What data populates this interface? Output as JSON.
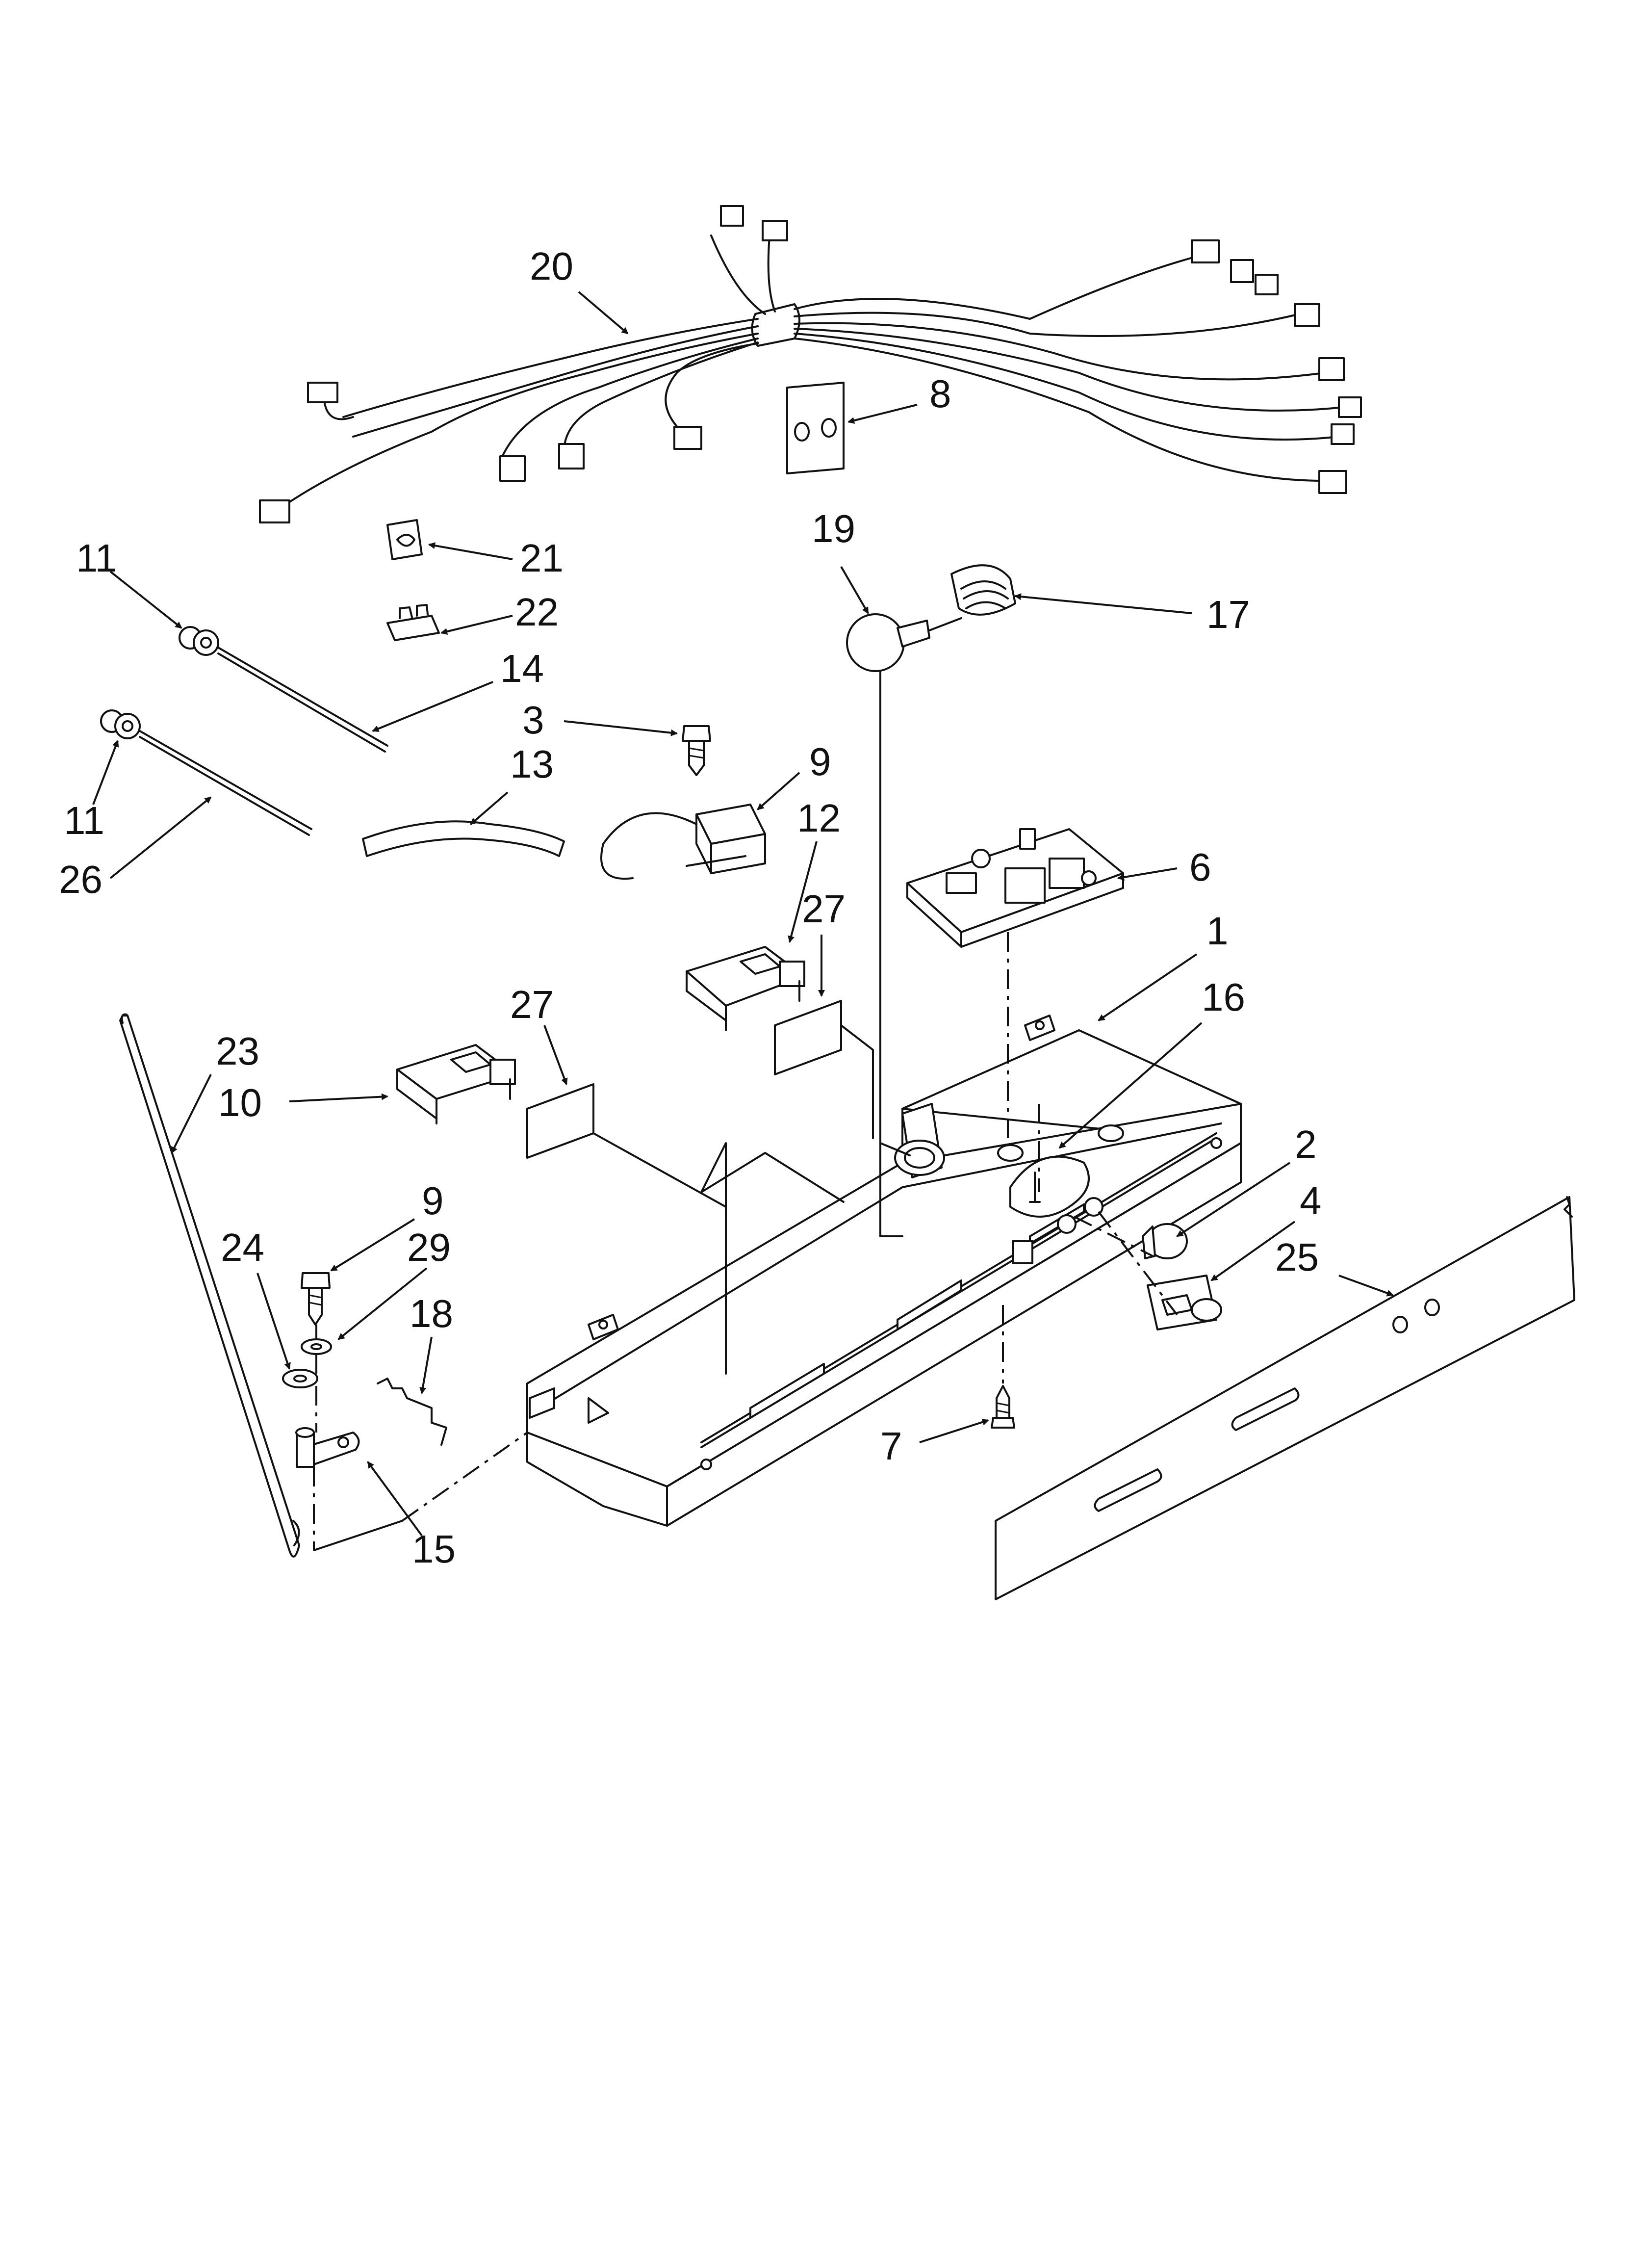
{
  "callouts": [
    {
      "id": "c20",
      "text": "20"
    },
    {
      "id": "c8",
      "text": "8"
    },
    {
      "id": "c21",
      "text": "21"
    },
    {
      "id": "c22",
      "text": "22"
    },
    {
      "id": "c11a",
      "text": "11"
    },
    {
      "id": "c14",
      "text": "14"
    },
    {
      "id": "c3",
      "text": "3"
    },
    {
      "id": "c13",
      "text": "13"
    },
    {
      "id": "c9a",
      "text": "9"
    },
    {
      "id": "c11b",
      "text": "11"
    },
    {
      "id": "c26",
      "text": "26"
    },
    {
      "id": "c19",
      "text": "19"
    },
    {
      "id": "c17",
      "text": "17"
    },
    {
      "id": "c12",
      "text": "12"
    },
    {
      "id": "c27a",
      "text": "27"
    },
    {
      "id": "c6",
      "text": "6"
    },
    {
      "id": "c1",
      "text": "1"
    },
    {
      "id": "c16",
      "text": "16"
    },
    {
      "id": "c27b",
      "text": "27"
    },
    {
      "id": "c23",
      "text": "23"
    },
    {
      "id": "c10",
      "text": "10"
    },
    {
      "id": "c2",
      "text": "2"
    },
    {
      "id": "c4",
      "text": "4"
    },
    {
      "id": "c9b",
      "text": "9"
    },
    {
      "id": "c24",
      "text": "24"
    },
    {
      "id": "c29",
      "text": "29"
    },
    {
      "id": "c18",
      "text": "18"
    },
    {
      "id": "c25",
      "text": "25"
    },
    {
      "id": "c7",
      "text": "7"
    },
    {
      "id": "c15",
      "text": "15"
    }
  ]
}
